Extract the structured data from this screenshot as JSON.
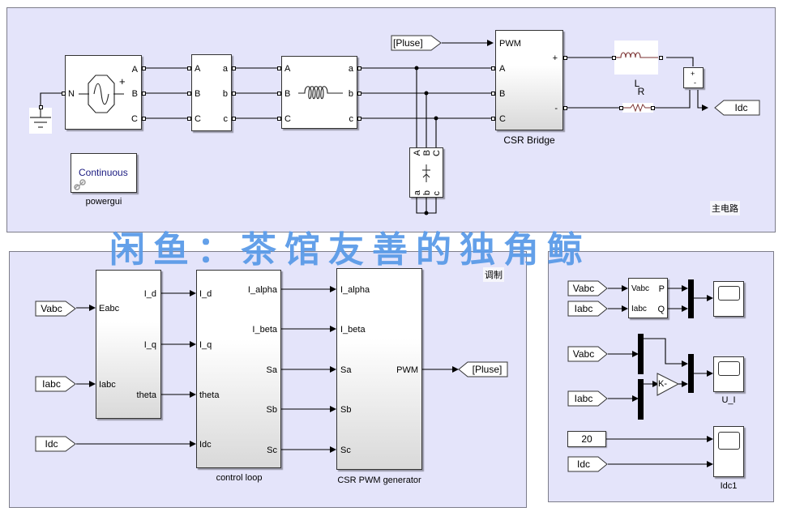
{
  "panels": {
    "main_circuit": {
      "label": "主电路"
    },
    "modulation": {
      "label": "调制"
    },
    "measurement": {}
  },
  "main_circuit": {
    "source": {
      "ports_left": [
        "N"
      ],
      "ports_right": [
        "A",
        "B",
        "C"
      ],
      "polarity": "+"
    },
    "meas_block_1": {
      "ports_left": [
        "A",
        "B",
        "C"
      ],
      "ports_right": [
        "a",
        "b",
        "c"
      ]
    },
    "inductor_block": {
      "ports_left": [
        "A",
        "B",
        "C"
      ],
      "ports_right": [
        "a",
        "b",
        "c"
      ]
    },
    "pulse_from": {
      "label": "[Pluse]"
    },
    "csr_bridge": {
      "ports_left": [
        "PWM",
        "A",
        "B",
        "C"
      ],
      "ports_right": [
        "+",
        "-"
      ],
      "caption": "CSR Bridge"
    },
    "three_phase_meas": {
      "top": [
        "A",
        "B",
        "C"
      ],
      "bottom": [
        "a",
        "b",
        "c"
      ]
    },
    "inductor_caption": "L",
    "resistor_caption": "R",
    "current_meas": {
      "plus": "+",
      "minus": "-"
    },
    "idc_goto": {
      "label": "Idc"
    },
    "powergui": {
      "mode": "Continuous",
      "caption": "powergui"
    }
  },
  "control": {
    "vabc_from": "Vabc",
    "iabc_from": "Iabc",
    "idc_from": "Idc",
    "dq_block": {
      "inputs": [
        "Eabc",
        "Iabc"
      ],
      "outputs": [
        "I_d",
        "I_q",
        "theta"
      ]
    },
    "control_loop": {
      "inputs": [
        "I_d",
        "I_q",
        "theta",
        "Idc"
      ],
      "outputs": [
        "I_alpha",
        "I_beta",
        "Sa",
        "Sb",
        "Sc"
      ],
      "caption": "control loop"
    },
    "pwm_gen": {
      "inputs": [
        "I_alpha",
        "I_beta",
        "Sa",
        "Sb",
        "Sc"
      ],
      "outputs": [
        "PWM"
      ],
      "caption": "CSR PWM generator"
    },
    "pulse_goto": "[Pluse]"
  },
  "measure": {
    "pq_vabc_from": "Vabc",
    "pq_iabc_from": "Iabc",
    "pq_block": {
      "inputs": [
        "Vabc",
        "Iabc"
      ],
      "outputs": [
        "P",
        "Q"
      ]
    },
    "ui_vabc_from": "Vabc",
    "ui_iabc_from": "Iabc",
    "gain": "K-",
    "scope_ui_caption": "U_I",
    "constant": "20",
    "idc_from": "Idc",
    "scope_idc_caption": "Idc1"
  },
  "watermark": "闲鱼：茶馆友善的独角鲸"
}
